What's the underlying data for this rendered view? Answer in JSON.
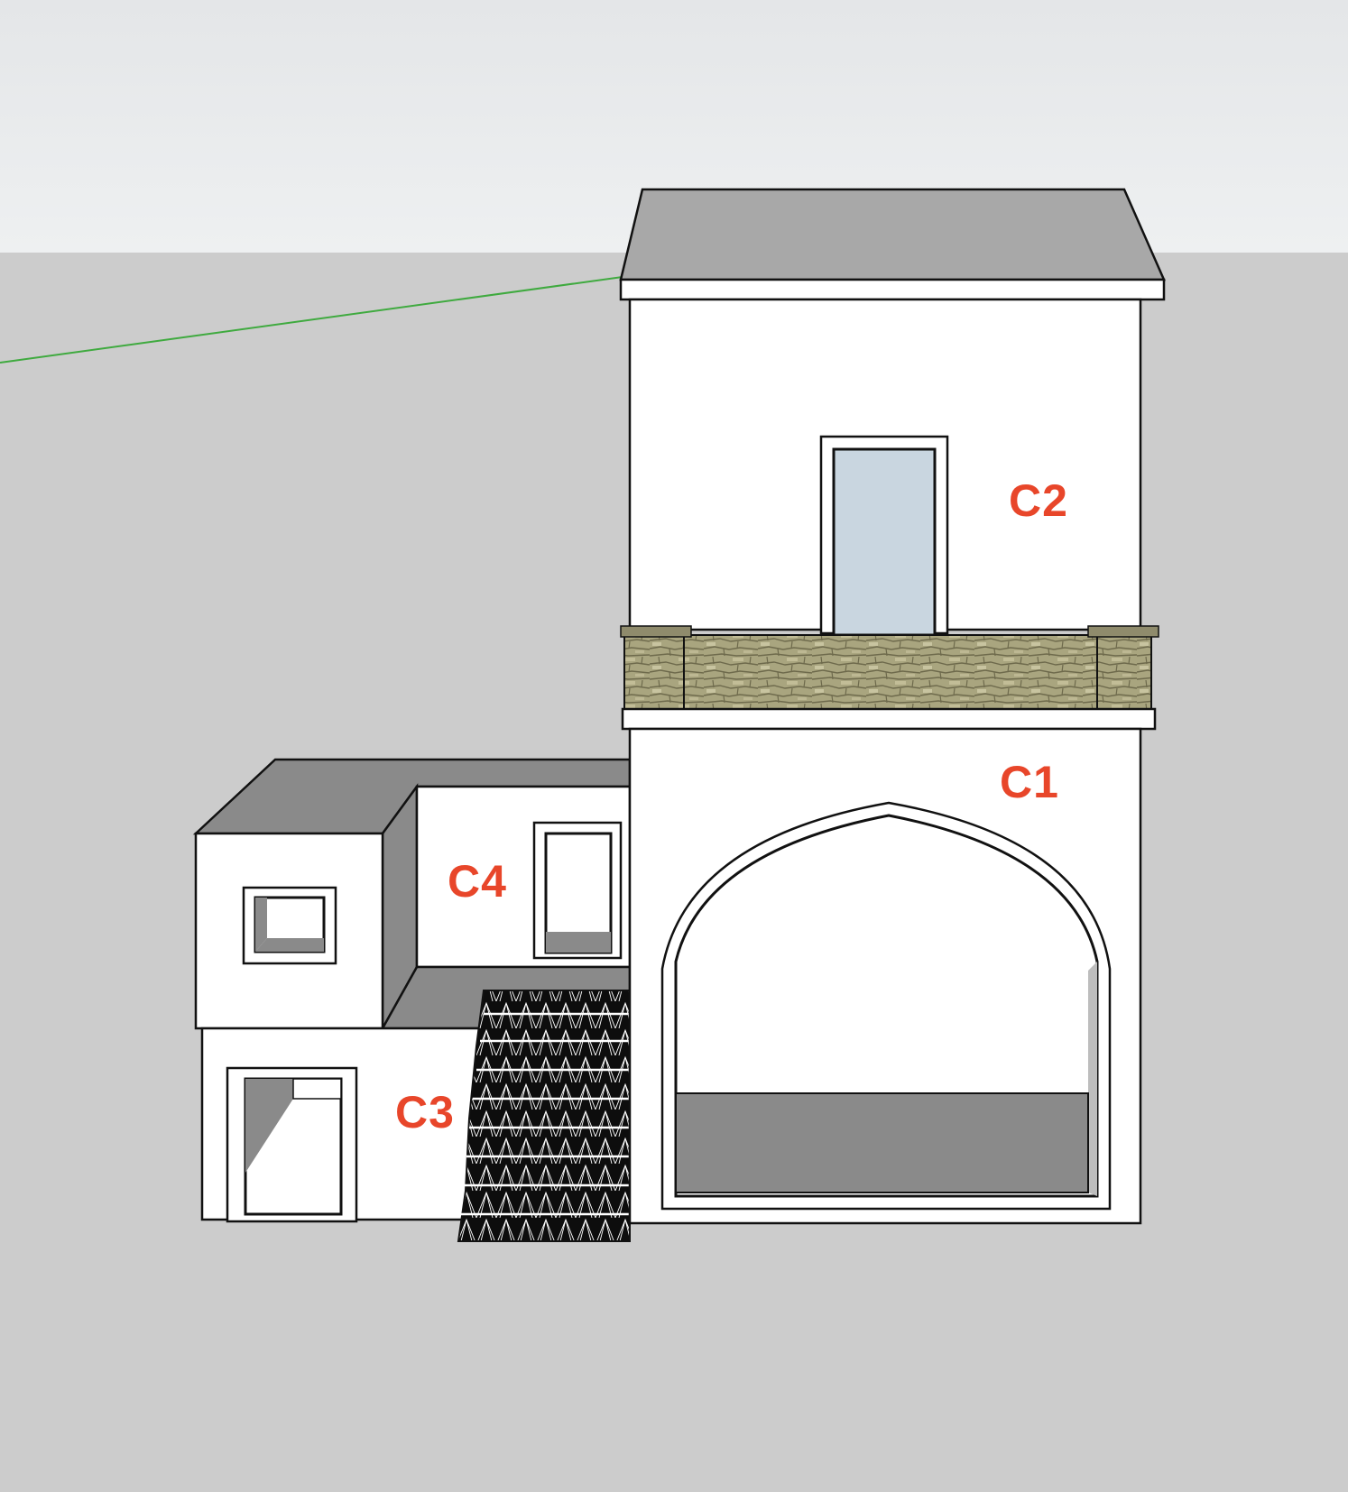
{
  "labels": {
    "c1": "C1",
    "c2": "C2",
    "c3": "C3",
    "c4": "C4"
  },
  "colors": {
    "sky": "#e9ebed",
    "ground": "#cccccc",
    "wall": "#ffffff",
    "roof": "#a8a8a8",
    "shadow": "#8a8a8a",
    "glass": "#c9d6e0",
    "stone": "#a9a57f",
    "axis": "#3faa3f",
    "label": "#e8462a",
    "outline": "#111111"
  },
  "icons": {
    "stairs": "stairs-icon",
    "balcony_parapet": "stone-parapet-icon",
    "axis_line": "green-axis-line"
  }
}
